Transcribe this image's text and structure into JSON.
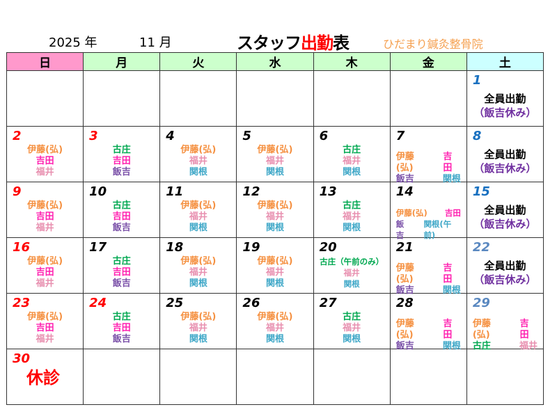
{
  "header": {
    "year": "2025 年",
    "month": "11 月",
    "title_a": "スタッフ",
    "title_b": "出勤",
    "title_c": "表",
    "clinic": "ひだまり鍼灸整骨院"
  },
  "weekdays": [
    "日",
    "月",
    "火",
    "水",
    "木",
    "金",
    "土"
  ],
  "colors": {
    "ito": "#f59040",
    "yoshida": "#ff20b0",
    "fukui": "#e890b0",
    "kosho": "#00a850",
    "iiyoshi": "#7a50a8",
    "sekine": "#40a8c8",
    "all": "#000000",
    "off": "#7030a0",
    "kyu": "#ff0000",
    "sun": "#ff0000",
    "sat": "#1870c0",
    "sat2": "#5a88c0",
    "wk": "#000000"
  },
  "weeks": [
    [
      null,
      null,
      null,
      null,
      null,
      null,
      {
        "day": "1",
        "dc": "sat",
        "lines": [
          [
            {
              "t": "全員出勤",
              "c": "all"
            }
          ],
          [
            {
              "t": "（飯吉休み）",
              "c": "off"
            }
          ]
        ],
        "style": "big"
      }
    ],
    [
      {
        "day": "2",
        "dc": "sun",
        "lines": [
          [
            {
              "t": "伊藤(弘)",
              "c": "ito"
            }
          ],
          [
            {
              "t": "吉田",
              "c": "yoshida"
            }
          ],
          [
            {
              "t": "福井",
              "c": "fukui"
            }
          ]
        ]
      },
      {
        "day": "3",
        "dc": "sun",
        "lines": [
          [
            {
              "t": "古庄",
              "c": "kosho"
            }
          ],
          [
            {
              "t": "吉田",
              "c": "yoshida"
            }
          ],
          [
            {
              "t": "飯吉",
              "c": "iiyoshi"
            }
          ]
        ]
      },
      {
        "day": "4",
        "dc": "wk",
        "lines": [
          [
            {
              "t": "伊藤(弘)",
              "c": "ito"
            }
          ],
          [
            {
              "t": "福井",
              "c": "fukui"
            }
          ],
          [
            {
              "t": "関根",
              "c": "sekine"
            }
          ]
        ]
      },
      {
        "day": "5",
        "dc": "wk",
        "lines": [
          [
            {
              "t": "伊藤(弘)",
              "c": "ito"
            }
          ],
          [
            {
              "t": "福井",
              "c": "fukui"
            }
          ],
          [
            {
              "t": "関根",
              "c": "sekine"
            }
          ]
        ]
      },
      {
        "day": "6",
        "dc": "wk",
        "lines": [
          [
            {
              "t": "古庄",
              "c": "kosho"
            }
          ],
          [
            {
              "t": "福井",
              "c": "fukui"
            }
          ],
          [
            {
              "t": "関根",
              "c": "sekine"
            }
          ]
        ]
      },
      {
        "day": "7",
        "dc": "wk",
        "lines": [
          [
            {
              "t": "伊藤(弘)",
              "c": "ito"
            },
            {
              "t": "吉田",
              "c": "yoshida"
            }
          ],
          [
            {
              "t": "飯吉",
              "c": "iiyoshi"
            },
            {
              "t": "関根",
              "c": "sekine"
            }
          ]
        ]
      },
      {
        "day": "8",
        "dc": "sat",
        "lines": [
          [
            {
              "t": "全員出勤",
              "c": "all"
            }
          ],
          [
            {
              "t": "（飯吉休み）",
              "c": "off"
            }
          ]
        ],
        "style": "big"
      }
    ],
    [
      {
        "day": "9",
        "dc": "sun",
        "lines": [
          [
            {
              "t": "伊藤(弘)",
              "c": "ito"
            }
          ],
          [
            {
              "t": "吉田",
              "c": "yoshida"
            }
          ],
          [
            {
              "t": "福井",
              "c": "fukui"
            }
          ]
        ]
      },
      {
        "day": "10",
        "dc": "wk",
        "lines": [
          [
            {
              "t": "古庄",
              "c": "kosho"
            }
          ],
          [
            {
              "t": "吉田",
              "c": "yoshida"
            }
          ],
          [
            {
              "t": "飯吉",
              "c": "iiyoshi"
            }
          ]
        ]
      },
      {
        "day": "11",
        "dc": "wk",
        "lines": [
          [
            {
              "t": "伊藤(弘)",
              "c": "ito"
            }
          ],
          [
            {
              "t": "福井",
              "c": "fukui"
            }
          ],
          [
            {
              "t": "関根",
              "c": "sekine"
            }
          ]
        ]
      },
      {
        "day": "12",
        "dc": "wk",
        "lines": [
          [
            {
              "t": "伊藤(弘)",
              "c": "ito"
            }
          ],
          [
            {
              "t": "福井",
              "c": "fukui"
            }
          ],
          [
            {
              "t": "関根",
              "c": "sekine"
            }
          ]
        ]
      },
      {
        "day": "13",
        "dc": "wk",
        "lines": [
          [
            {
              "t": "古庄",
              "c": "kosho"
            }
          ],
          [
            {
              "t": "福井",
              "c": "fukui"
            }
          ],
          [
            {
              "t": "関根",
              "c": "sekine"
            }
          ]
        ]
      },
      {
        "day": "14",
        "dc": "wk",
        "lines": [
          [
            {
              "t": "伊藤(弘)",
              "c": "ito"
            },
            {
              "t": "吉田",
              "c": "yoshida"
            }
          ],
          [
            {
              "t": "飯吉",
              "c": "iiyoshi"
            },
            {
              "t": "関根(午前)",
              "c": "sekine"
            }
          ]
        ],
        "style": "small"
      },
      {
        "day": "15",
        "dc": "sat",
        "lines": [
          [
            {
              "t": "全員出勤",
              "c": "all"
            }
          ],
          [
            {
              "t": "（飯吉休み）",
              "c": "off"
            }
          ]
        ],
        "style": "big"
      }
    ],
    [
      {
        "day": "16",
        "dc": "sun",
        "lines": [
          [
            {
              "t": "伊藤(弘)",
              "c": "ito"
            }
          ],
          [
            {
              "t": "吉田",
              "c": "yoshida"
            }
          ],
          [
            {
              "t": "福井",
              "c": "fukui"
            }
          ]
        ]
      },
      {
        "day": "17",
        "dc": "wk",
        "lines": [
          [
            {
              "t": "古庄",
              "c": "kosho"
            }
          ],
          [
            {
              "t": "吉田",
              "c": "yoshida"
            }
          ],
          [
            {
              "t": "飯吉",
              "c": "iiyoshi"
            }
          ]
        ]
      },
      {
        "day": "18",
        "dc": "wk",
        "lines": [
          [
            {
              "t": "伊藤(弘)",
              "c": "ito"
            }
          ],
          [
            {
              "t": "福井",
              "c": "fukui"
            }
          ],
          [
            {
              "t": "関根",
              "c": "sekine"
            }
          ]
        ]
      },
      {
        "day": "19",
        "dc": "wk",
        "lines": [
          [
            {
              "t": "伊藤(弘)",
              "c": "ito"
            }
          ],
          [
            {
              "t": "福井",
              "c": "fukui"
            }
          ],
          [
            {
              "t": "関根",
              "c": "sekine"
            }
          ]
        ]
      },
      {
        "day": "20",
        "dc": "wk",
        "lines": [
          [
            {
              "t": "古庄（午前のみ）",
              "c": "kosho"
            }
          ],
          [
            {
              "t": "福井",
              "c": "fukui"
            }
          ],
          [
            {
              "t": "関根",
              "c": "sekine"
            }
          ]
        ],
        "style": "small"
      },
      {
        "day": "21",
        "dc": "wk",
        "lines": [
          [
            {
              "t": "伊藤(弘)",
              "c": "ito"
            },
            {
              "t": "吉田",
              "c": "yoshida"
            }
          ],
          [
            {
              "t": "飯吉",
              "c": "iiyoshi"
            },
            {
              "t": "関根",
              "c": "sekine"
            }
          ]
        ]
      },
      {
        "day": "22",
        "dc": "sat2",
        "lines": [
          [
            {
              "t": "全員出勤",
              "c": "all"
            }
          ],
          [
            {
              "t": "（飯吉休み）",
              "c": "off"
            }
          ]
        ],
        "style": "big"
      }
    ],
    [
      {
        "day": "23",
        "dc": "sun",
        "lines": [
          [
            {
              "t": "伊藤(弘)",
              "c": "ito"
            }
          ],
          [
            {
              "t": "吉田",
              "c": "yoshida"
            }
          ],
          [
            {
              "t": "福井",
              "c": "fukui"
            }
          ]
        ]
      },
      {
        "day": "24",
        "dc": "sun",
        "lines": [
          [
            {
              "t": "古庄",
              "c": "kosho"
            }
          ],
          [
            {
              "t": "吉田",
              "c": "yoshida"
            }
          ],
          [
            {
              "t": "飯吉",
              "c": "iiyoshi"
            }
          ]
        ]
      },
      {
        "day": "25",
        "dc": "wk",
        "lines": [
          [
            {
              "t": "伊藤(弘)",
              "c": "ito"
            }
          ],
          [
            {
              "t": "福井",
              "c": "fukui"
            }
          ],
          [
            {
              "t": "関根",
              "c": "sekine"
            }
          ]
        ]
      },
      {
        "day": "26",
        "dc": "wk",
        "lines": [
          [
            {
              "t": "伊藤(弘)",
              "c": "ito"
            }
          ],
          [
            {
              "t": "福井",
              "c": "fukui"
            }
          ],
          [
            {
              "t": "関根",
              "c": "sekine"
            }
          ]
        ]
      },
      {
        "day": "27",
        "dc": "wk",
        "lines": [
          [
            {
              "t": "古庄",
              "c": "kosho"
            }
          ],
          [
            {
              "t": "福井",
              "c": "fukui"
            }
          ],
          [
            {
              "t": "関根",
              "c": "sekine"
            }
          ]
        ]
      },
      {
        "day": "28",
        "dc": "wk",
        "lines": [
          [
            {
              "t": "伊藤(弘)",
              "c": "ito"
            },
            {
              "t": "吉田",
              "c": "yoshida"
            }
          ],
          [
            {
              "t": "飯吉",
              "c": "iiyoshi"
            },
            {
              "t": "関根",
              "c": "sekine"
            }
          ]
        ]
      },
      {
        "day": "29",
        "dc": "sat2",
        "lines": [
          [
            {
              "t": "伊藤(弘)",
              "c": "ito"
            },
            {
              "t": "吉田",
              "c": "yoshida"
            }
          ],
          [
            {
              "t": "古庄",
              "c": "kosho"
            },
            {
              "t": "福井",
              "c": "fukui"
            }
          ]
        ]
      }
    ],
    [
      {
        "day": "30",
        "dc": "sun",
        "lines": [
          [
            {
              "t": "休診",
              "c": "kyu"
            }
          ]
        ],
        "style": "kyu"
      },
      null,
      null,
      null,
      null,
      null,
      null
    ]
  ]
}
